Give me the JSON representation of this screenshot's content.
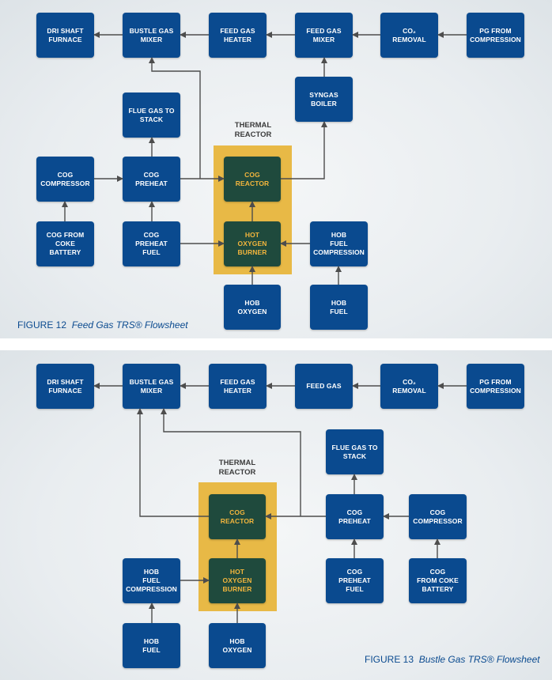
{
  "figure12": {
    "caption_label": "FIGURE 12",
    "caption_title": "Feed Gas TRS® Flowsheet",
    "reactor_title": "THERMAL\nREACTOR",
    "boxes": {
      "dri_shaft_furnace": "DRI SHAFT\nFURNACE",
      "bustle_gas_mixer": "BUSTLE GAS\nMIXER",
      "feed_gas_heater": "FEED GAS\nHEATER",
      "feed_gas_mixer": "FEED GAS\nMIXER",
      "co2_removal": "CO₂\nREMOVAL",
      "pg_from_compression": "PG FROM\nCOMPRESSION",
      "syngas_boiler": "SYNGAS\nBOILER",
      "flue_gas_to_stack": "FLUE GAS TO\nSTACK",
      "cog_compressor": "COG\nCOMPRESSOR",
      "cog_preheat": "COG\nPREHEAT",
      "cog_reactor": "COG\nREACTOR",
      "cog_from_coke_battery": "COG FROM\nCOKE\nBATTERY",
      "cog_preheat_fuel": "COG\nPREHEAT\nFUEL",
      "hot_oxygen_burner": "HOT\nOXYGEN\nBURNER",
      "hob_fuel_compression": "HOB\nFUEL\nCOMPRESSION",
      "hob_oxygen": "HOB\nOXYGEN",
      "hob_fuel": "HOB\nFUEL"
    }
  },
  "figure13": {
    "caption_label": "FIGURE 13",
    "caption_title": "Bustle Gas TRS® Flowsheet",
    "reactor_title": "THERMAL\nREACTOR",
    "boxes": {
      "dri_shaft_furnace": "DRI SHAFT\nFURNACE",
      "bustle_gas_mixer": "BUSTLE GAS\nMIXER",
      "feed_gas_heater": "FEED GAS\nHEATER",
      "feed_gas": "FEED GAS",
      "co2_removal": "CO₂\nREMOVAL",
      "pg_from_compression": "PG FROM\nCOMPRESSION",
      "flue_gas_to_stack": "FLUE GAS TO\nSTACK",
      "cog_reactor": "COG\nREACTOR",
      "cog_preheat": "COG\nPREHEAT",
      "cog_compressor": "COG\nCOMPRESSOR",
      "hob_fuel_compression": "HOB\nFUEL\nCOMPRESSION",
      "hot_oxygen_burner": "HOT\nOXYGEN\nBURNER",
      "cog_preheat_fuel": "COG\nPREHEAT\nFUEL",
      "cog_from_coke_battery": "COG\nFROM COKE\nBATTERY",
      "hob_fuel": "HOB\nFUEL",
      "hob_oxygen": "HOB\nOXYGEN"
    }
  },
  "colors": {
    "box": "#0a4a8f",
    "reactor_box": "#1f4a3d",
    "reactor_text": "#f2b53d",
    "reactor_highlight": "#e8b946",
    "caption": "#0a4a8f",
    "connector": "#4d4d4d"
  }
}
